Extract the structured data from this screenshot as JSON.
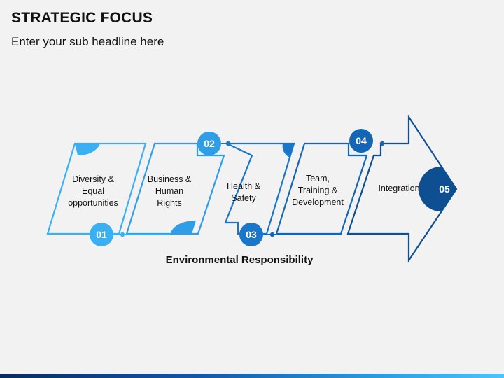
{
  "header": {
    "title": "STRATEGIC FOCUS",
    "subtitle": "Enter your sub headline here"
  },
  "colors": {
    "step1": "#3ab0f2",
    "step2": "#2f9ee6",
    "step3": "#1976c9",
    "step4": "#1565b5",
    "step5": "#0d4f91",
    "bar_dark": "#0d2a5e",
    "bar_light": "#4fc3f7"
  },
  "steps": [
    {
      "number": "01",
      "lines": [
        "Diversity &",
        "Equal",
        "opportunities"
      ]
    },
    {
      "number": "02",
      "lines": [
        "Business &",
        "Human",
        "Rights"
      ]
    },
    {
      "number": "03",
      "lines": [
        "Health &",
        "Safety"
      ]
    },
    {
      "number": "04",
      "lines": [
        "Team,",
        "Training &",
        "Development"
      ]
    },
    {
      "number": "05",
      "lines": [
        "Integration"
      ]
    }
  ],
  "footer": {
    "label": "Environmental Responsibility"
  }
}
